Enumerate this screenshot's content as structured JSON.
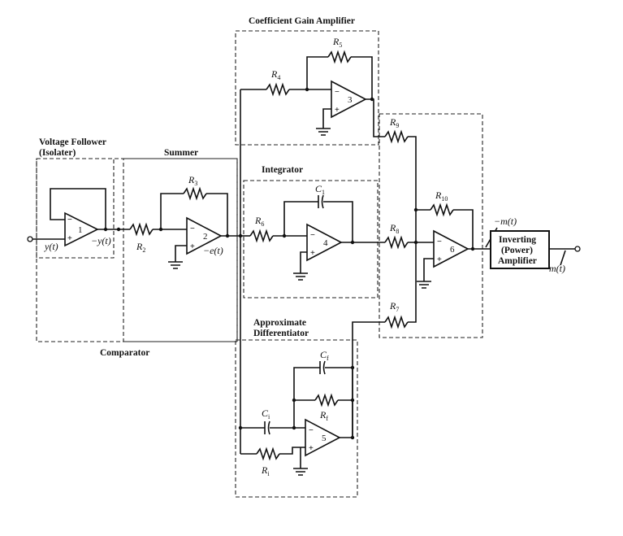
{
  "blocks": {
    "coefficient": "Coefficient Gain Amplifier",
    "voltage_follower": "Voltage Follower",
    "isolater": "(Isolater)",
    "summer": "Summer",
    "integrator": "Integrator",
    "comparator": "Comparator",
    "approximate": "Approximate",
    "differentiator": "Differentiator",
    "inverting": "Inverting",
    "power": "(Power)",
    "amplifier": "Amplifier"
  },
  "amps": [
    "1",
    "2",
    "3",
    "4",
    "5",
    "6"
  ],
  "resistors": {
    "r2": {
      "main": "R",
      "sub": "2"
    },
    "r3": {
      "main": "R",
      "sub": "3"
    },
    "r4": {
      "main": "R",
      "sub": "4"
    },
    "r5": {
      "main": "R",
      "sub": "5"
    },
    "r6": {
      "main": "R",
      "sub": "6"
    },
    "r7": {
      "main": "R",
      "sub": "7"
    },
    "r8": {
      "main": "R",
      "sub": "8"
    },
    "r9": {
      "main": "R",
      "sub": "9"
    },
    "r10": {
      "main": "R",
      "sub": "10"
    },
    "ri": {
      "main": "R",
      "sub": "i"
    },
    "rf": {
      "main": "R",
      "sub": "f"
    }
  },
  "capacitors": {
    "c1": {
      "main": "C",
      "sub": "1"
    },
    "ci": {
      "main": "C",
      "sub": "i"
    },
    "cf": {
      "main": "C",
      "sub": "f"
    }
  },
  "signals": {
    "y_in": "y(t)",
    "neg_y": "−y(t)",
    "neg_e": "−e(t)",
    "neg_m": "−m(t)",
    "m_out": "m(t)"
  },
  "signs": {
    "minus": "−",
    "plus": "+"
  }
}
